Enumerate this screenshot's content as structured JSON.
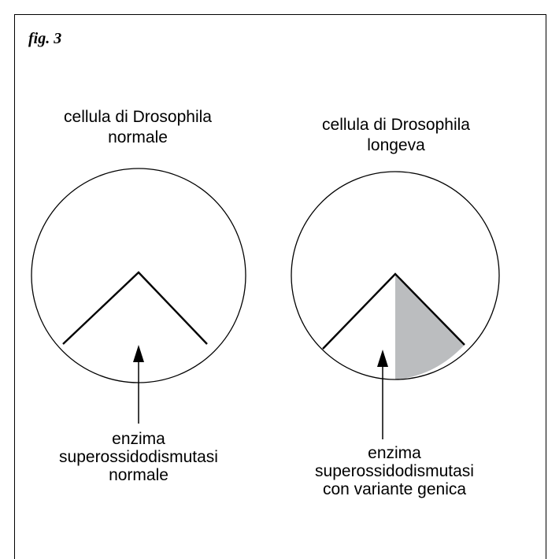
{
  "figure": {
    "label": "fig. 3"
  },
  "cells": [
    {
      "title_lines": [
        "cellula di Drosophila",
        "normale"
      ],
      "caption_lines": [
        "enzima",
        "superossidodismutasi",
        "normale"
      ],
      "shaded_sector": false
    },
    {
      "title_lines": [
        "cellula di Drosophila",
        "longeva"
      ],
      "caption_lines": [
        "enzima",
        "superossidodismutasi",
        "con variante genica"
      ],
      "shaded_sector": true
    }
  ],
  "colors": {
    "line": "#000000",
    "shade": "#bbbdbf",
    "background": "#ffffff"
  }
}
